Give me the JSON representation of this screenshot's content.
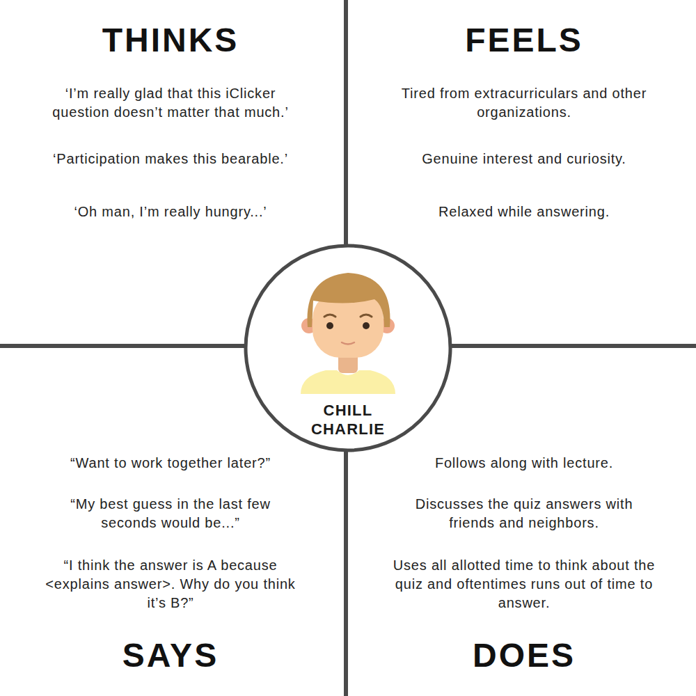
{
  "diagram": {
    "nodes": [
      {
        "text": [
          "THINKS",
          "‘I’m really glad that this iClicker question doesn’t matter that much.’",
          "‘Participation makes this bearable.’",
          "‘Oh man, I’m really hungry...’"
        ]
      },
      {
        "text": [
          "FEELS",
          "Tired from extracurriculars and other organizations.",
          "Genuine interest and curiosity.",
          "Relaxed while answering."
        ]
      },
      {
        "text": [
          "“Want to work together later?”",
          "“My best guess in the last few seconds would be...”",
          "“I think the answer is A because <explains answer>. Why do you think it’s B?”",
          "SAYS"
        ]
      },
      {
        "text": [
          "Follows along with lecture.",
          "Discusses the quiz answers with friends and neighbors.",
          "Uses all allotted time to think about the quiz and oftentimes runs out of time to answer.",
          "DOES"
        ]
      },
      {
        "text": [
          "CHILL CHARLIE"
        ]
      }
    ]
  }
}
